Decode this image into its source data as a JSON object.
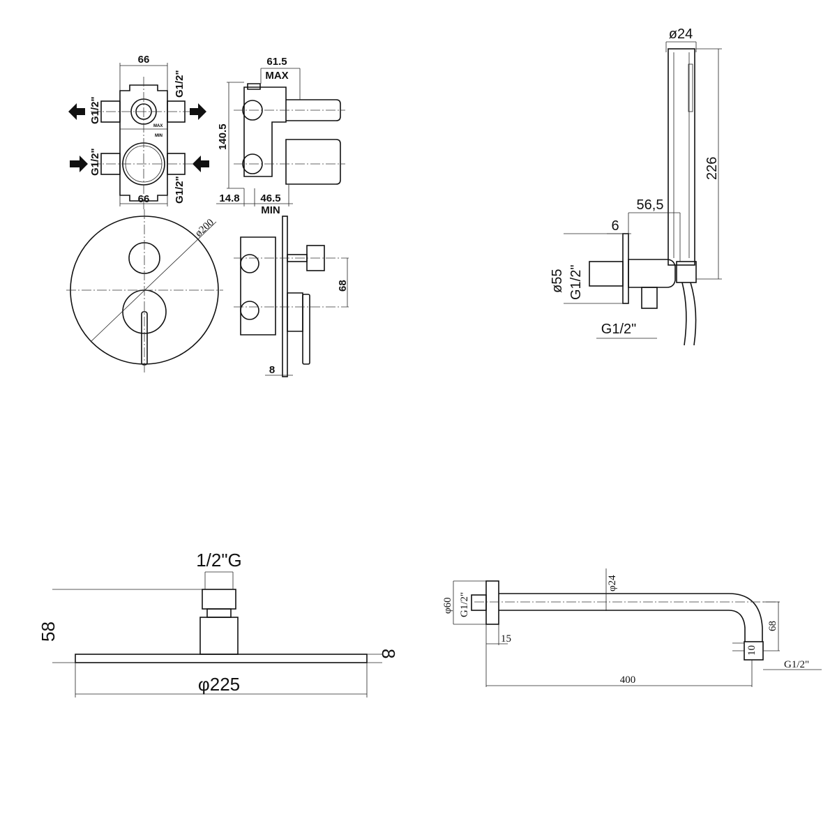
{
  "valve_body_front": {
    "width_top": "66",
    "width_bottom": "66",
    "outlet_left_upper": "G1/2\"",
    "inlet_left_lower": "G1/2\"",
    "outlet_right_upper": "G1/2\"",
    "inlet_right_lower": "G1/2\"",
    "max_mark": "MAX",
    "min_mark": "MIN"
  },
  "valve_body_side": {
    "depth_max": "61.5",
    "max_label": "MAX",
    "height": "140.5",
    "offset": "14.8",
    "depth_min": "46.5",
    "min_label": "MIN"
  },
  "cover_plate": {
    "diameter": "ø200",
    "spacing": "68",
    "thickness": "8"
  },
  "hand_shower": {
    "diameter": "ø24",
    "length": "226",
    "projection": "56,5",
    "plate_thickness": "6",
    "plate_diameter": "ø55",
    "inlet_thread": "G1/2\"",
    "hose_thread": "G1/2\""
  },
  "head_shower": {
    "thread": "1/2\"G",
    "height": "58",
    "thickness": "8",
    "diameter": "φ225"
  },
  "shower_arm": {
    "tube_diameter": "φ24",
    "flange_diameter": "φ60",
    "wall_thread": "G1/2\"",
    "flange_depth": "15",
    "nut_height": "10",
    "drop": "68",
    "outlet_thread": "G1/2\"",
    "length": "400"
  }
}
